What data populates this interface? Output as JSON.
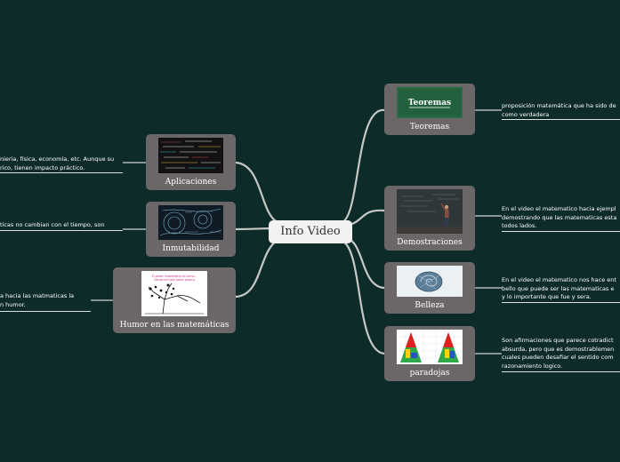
{
  "center": {
    "title": "Info Video"
  },
  "nodes": {
    "aplicaciones": {
      "label": "Aplicaciones",
      "note": [
        "nieria, física, economía, etc. Aunque su",
        "rico, tienen impacto práctico."
      ]
    },
    "inmutabilidad": {
      "label": "Inmutabilidad",
      "note": [
        "ticas no cambian con el tiempo, son"
      ]
    },
    "humor": {
      "label": "Humor en las matemáticas",
      "note": [
        "a hacia las matmaticas la",
        "n humor."
      ],
      "image_caption": [
        "El poder matemático es como...",
        "Dibujo de tizas sobre pizarra"
      ]
    },
    "teoremas": {
      "label": "Teoremas",
      "board_text": "Teoremas",
      "note": [
        "proposición matemática que ha sido de",
        "como verdadera"
      ]
    },
    "demostraciones": {
      "label": "Demostraciones",
      "note": [
        "En el video el matematico hacia ejempl",
        "demostrando que las matematicas esta",
        "todos lados."
      ]
    },
    "belleza": {
      "label": "Belleza",
      "note": [
        "En el video el matematico nos hace ent",
        "bello que puede ser las matematicas e",
        "y lo importante que fue y sera."
      ]
    },
    "paradojas": {
      "label": "paradojas",
      "note": [
        "Son afirmaciones que parece cotradict",
        "absurda, pero que es demostrablemen",
        "cuales pueden desafiar el sentido com",
        "razonamiento logico."
      ]
    }
  },
  "colors": {
    "background": "#0d2b29",
    "node": "#6b6769",
    "connector": "#c9ccc9",
    "center": "#f2f2f2"
  }
}
